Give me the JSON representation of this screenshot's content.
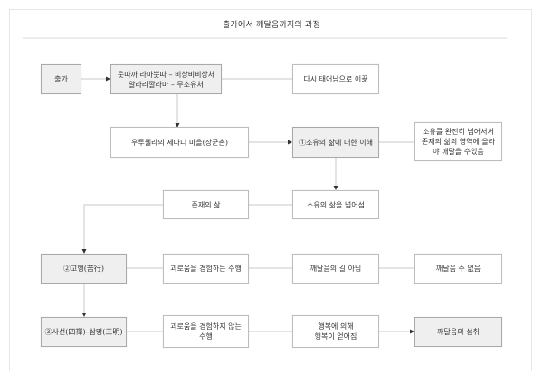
{
  "title": "출가에서 깨달음까지의 과정",
  "colors": {
    "node_border": "#bdbdbd",
    "shaded_fill": "#efefef",
    "line": "#c8c8c8",
    "arrow": "#333333"
  },
  "nodes": {
    "chulga": {
      "label": "출가",
      "shaded": true
    },
    "teachers": {
      "label": "웃따까 라마뿟따 – 비상비비상처\n알라라깔라마 – 무소유처",
      "shaded": true
    },
    "rebirth": {
      "label": "다시 태어남으로 이끎",
      "shaded": false
    },
    "uruvela": {
      "label": "우루웰라의 세나니 마을(장군촌)",
      "shaded": false
    },
    "understanding": {
      "label": "①소유의 삶에 대한 이해",
      "shaded": true
    },
    "beyond_possession_note": {
      "label": "소유를 완전히 넘어서서\n존재의 삶의 영역에 올라\n야 깨달을 수있음",
      "shaded": false
    },
    "being_life": {
      "label": "존재의 삶",
      "shaded": false
    },
    "beyond_possession": {
      "label": "소유의 삶을 넘어섬",
      "shaded": false
    },
    "asceticism": {
      "label": "②고행(苦行)",
      "shaded": true
    },
    "suffering_practice": {
      "label": "괴로움을 경험하는 수행",
      "shaded": false
    },
    "not_path": {
      "label": "깨달음의 길 아님",
      "shaded": false
    },
    "cannot_awaken": {
      "label": "깨달음 수 없음",
      "shaded": false
    },
    "four_jhanas": {
      "label": "③사선(四禪)–삼명(三明)",
      "shaded": true
    },
    "no_suffering_practice": {
      "label": "괴로움을 경험하지 않는\n수행",
      "shaded": false
    },
    "happiness": {
      "label": "행복에 의해\n행복이 얻어짐",
      "shaded": false
    },
    "enlightenment": {
      "label": "깨달음의 성취",
      "shaded": true
    }
  }
}
